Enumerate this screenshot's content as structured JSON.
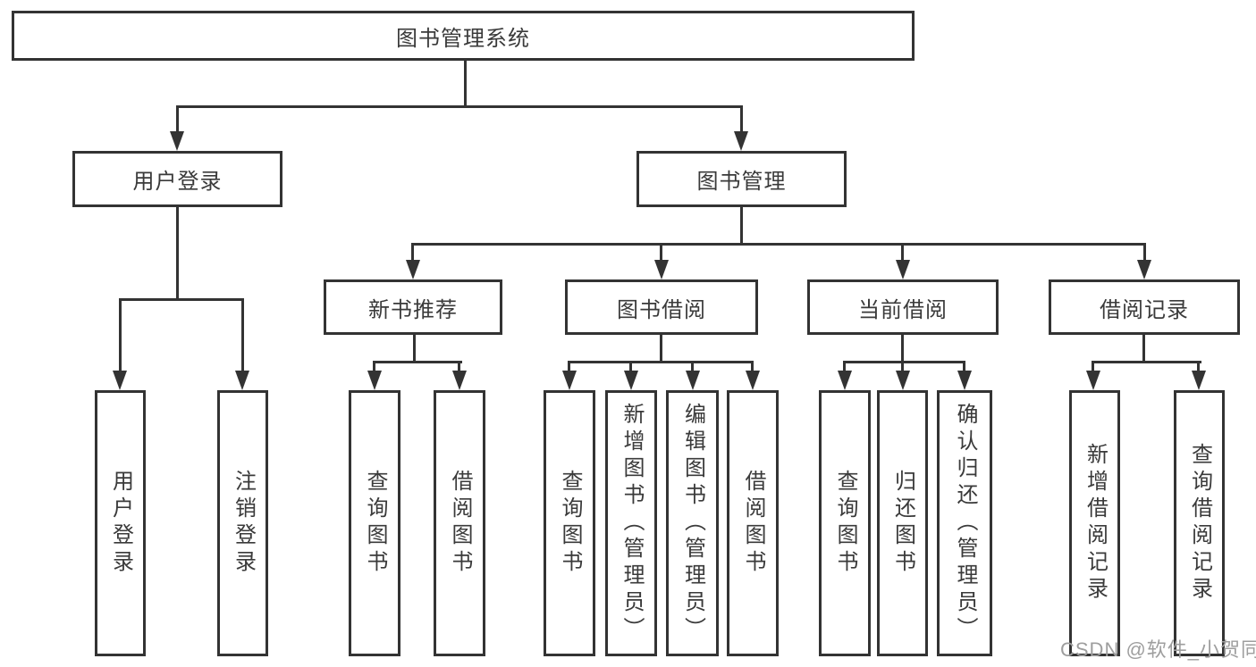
{
  "diagram": {
    "root": {
      "label": "图书管理系统",
      "children": [
        {
          "label": "用户登录",
          "children": [
            {
              "label": "用户登录"
            },
            {
              "label": "注销登录"
            }
          ]
        },
        {
          "label": "图书管理",
          "children": [
            {
              "label": "新书推荐",
              "children": [
                {
                  "label": "查询图书"
                },
                {
                  "label": "借阅图书"
                }
              ]
            },
            {
              "label": "图书借阅",
              "children": [
                {
                  "label": "查询图书"
                },
                {
                  "label": "新增图书（管理员）"
                },
                {
                  "label": "编辑图书（管理员）"
                },
                {
                  "label": "借阅图书"
                }
              ]
            },
            {
              "label": "当前借阅",
              "children": [
                {
                  "label": "查询图书"
                },
                {
                  "label": "归还图书"
                },
                {
                  "label": "确认归还（管理员）"
                }
              ]
            },
            {
              "label": "借阅记录",
              "children": [
                {
                  "label": "新增借阅记录"
                },
                {
                  "label": "查询借阅记录"
                }
              ]
            }
          ]
        }
      ]
    }
  },
  "watermark": {
    "text": "CSDN @软件_小贺同学"
  },
  "colors": {
    "line": "#333333",
    "text": "#3a3a3a",
    "watermark": "#9e9e9e",
    "background": "#ffffff"
  }
}
